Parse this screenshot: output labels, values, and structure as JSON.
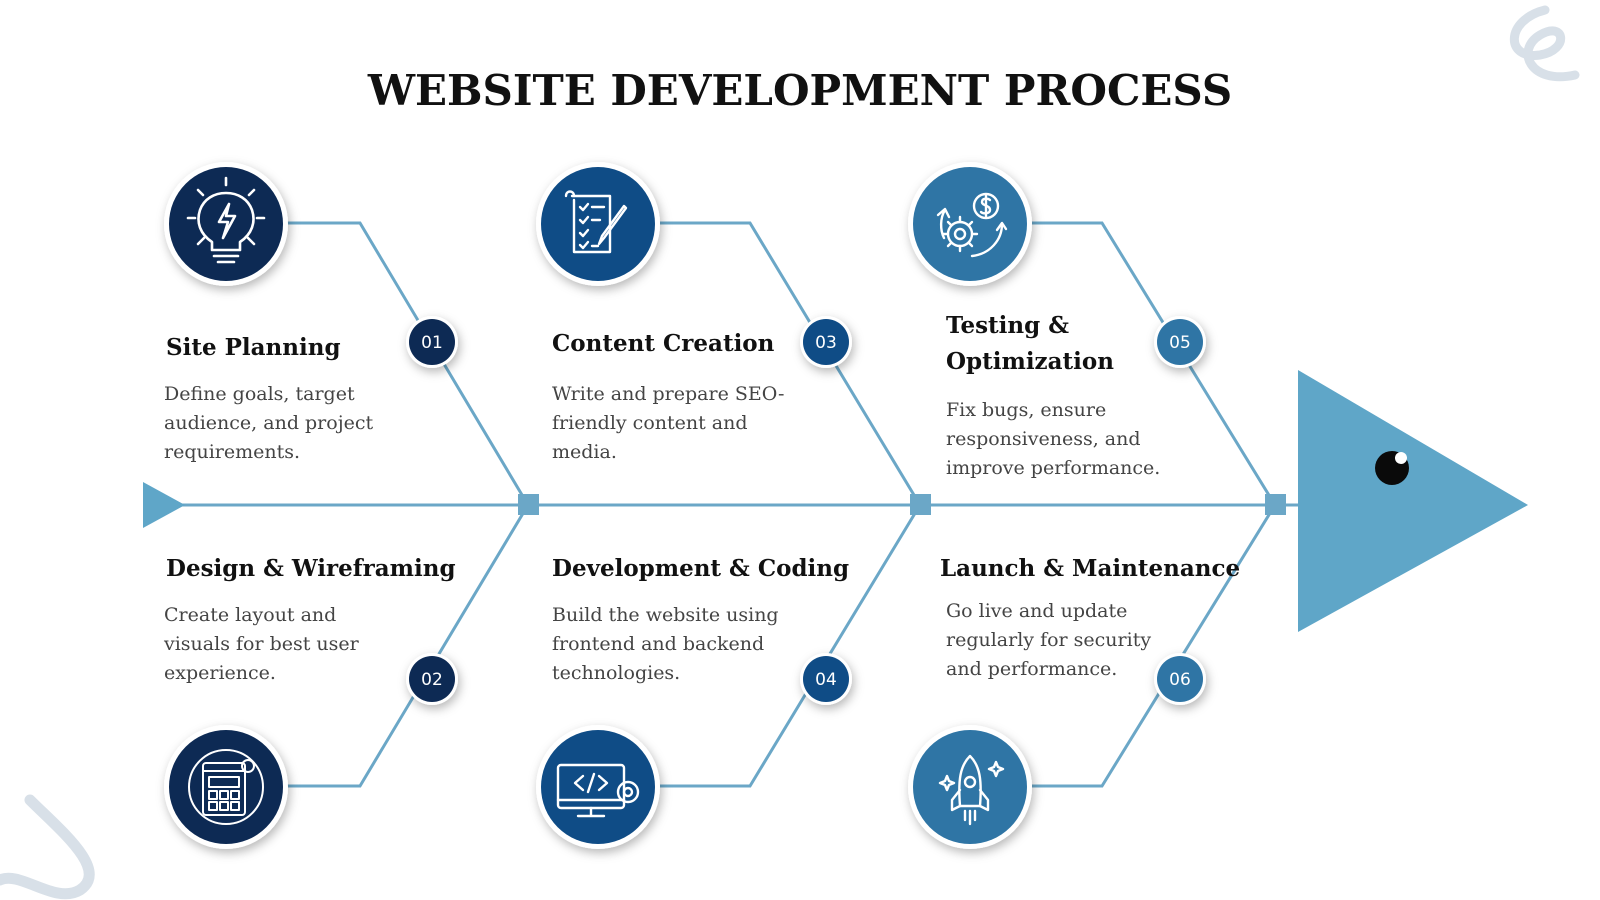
{
  "title": "WEBSITE DEVELOPMENT PROCESS",
  "colors": {
    "spine": "#6ba7c7",
    "dark_navy": "#0d2a54",
    "mid_blue": "#0f4c86",
    "steel_blue": "#2f75a5",
    "head": "#5fa6c8",
    "decor": "#d8e0e8"
  },
  "steps": [
    {
      "number": "01",
      "title": "Site Planning",
      "description": "Define goals, target audience, and project requirements.",
      "icon": "lightbulb-icon"
    },
    {
      "number": "02",
      "title": "Design & Wireframing",
      "description": "Create layout and visuals for best user experience.",
      "icon": "wireframe-icon"
    },
    {
      "number": "03",
      "title": "Content Creation",
      "description": "Write and prepare SEO-friendly content and media.",
      "icon": "checklist-pen-icon"
    },
    {
      "number": "04",
      "title": "Development & Coding",
      "description": "Build the website using frontend and backend technologies.",
      "icon": "code-monitor-icon"
    },
    {
      "number": "05",
      "title": "Testing & Optimization",
      "description": "Fix bugs, ensure responsiveness, and improve performance.",
      "icon": "gear-dollar-icon"
    },
    {
      "number": "06",
      "title": "Launch & Maintenance",
      "description": "Go live and update regularly for security and performance.",
      "icon": "rocket-icon"
    }
  ]
}
